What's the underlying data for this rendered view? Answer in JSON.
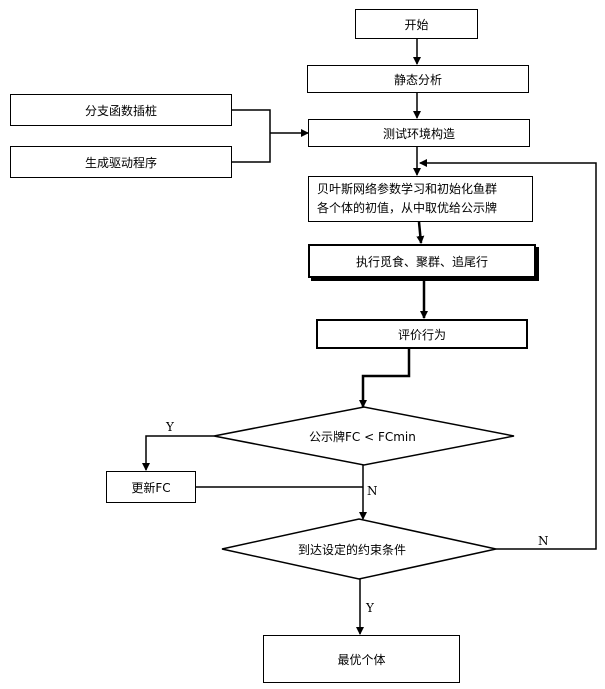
{
  "nodes": {
    "start": "开始",
    "static_analysis": "静态分析",
    "branch_stub": "分支函数插桩",
    "gen_driver": "生成驱动程序",
    "test_env": "测试环境构造",
    "init_line1": "贝叶斯网络参数学习和初始化鱼群",
    "init_line2": "各个体的初值，从中取优给公示牌",
    "behaviors": "执行觅食、聚群、追尾行",
    "evaluate": "评价行为",
    "decision_fc": "公示牌FC < FCmin",
    "update_fc": "更新FC",
    "decision_end": "到达设定的约束条件",
    "best": "最优个体"
  },
  "edge_labels": {
    "fc_yes": "Y",
    "fc_no": "N",
    "end_no": "N",
    "end_yes": "Y"
  }
}
